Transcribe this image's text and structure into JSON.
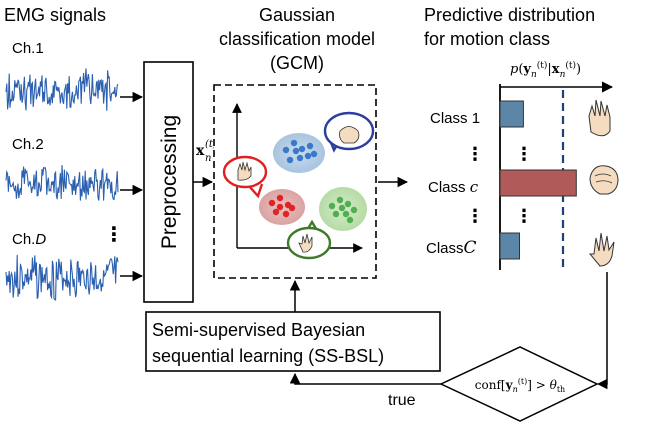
{
  "emg": {
    "title": "EMG signals",
    "channels": [
      "Ch.1",
      "Ch.2",
      "Ch.",
      "D"
    ],
    "ellipsis": "⋮"
  },
  "preprocessing": {
    "label": "Preprocessing"
  },
  "input_var": {
    "base": "x",
    "sub": "n",
    "sup": "(t)"
  },
  "gcm": {
    "title_line1": "Gaussian",
    "title_line2": "classification model",
    "title_line3": "(GCM)"
  },
  "predictive": {
    "title_line1": "Predictive distribution",
    "title_line2": "for motion class",
    "axis_label": "p(y_n^(t) | x_n^(t))",
    "classes": [
      "Class 1",
      "Class c",
      "Class C"
    ],
    "class_prefix": "Class",
    "class_1_num": "1",
    "class_c_var": "c",
    "class_C_var": "C",
    "ellipsis": "⋮",
    "bar_values": [
      0.3,
      0.95,
      0.25
    ]
  },
  "ssbsl": {
    "line1": "Semi-supervised Bayesian",
    "line2": "sequential learning (SS-BSL)"
  },
  "decision": {
    "text": "conf[y_n^(t)] > θ_th"
  },
  "loop": {
    "true_label": "true"
  },
  "colors": {
    "blue_bar": "#5b86a7",
    "red_bar": "#b05a5a",
    "signal": "#2b5fb0",
    "dashed": "#1f3f7a",
    "speech_red": "#e02020",
    "speech_blue": "#2c3f9c",
    "speech_green": "#3f7a2a"
  }
}
